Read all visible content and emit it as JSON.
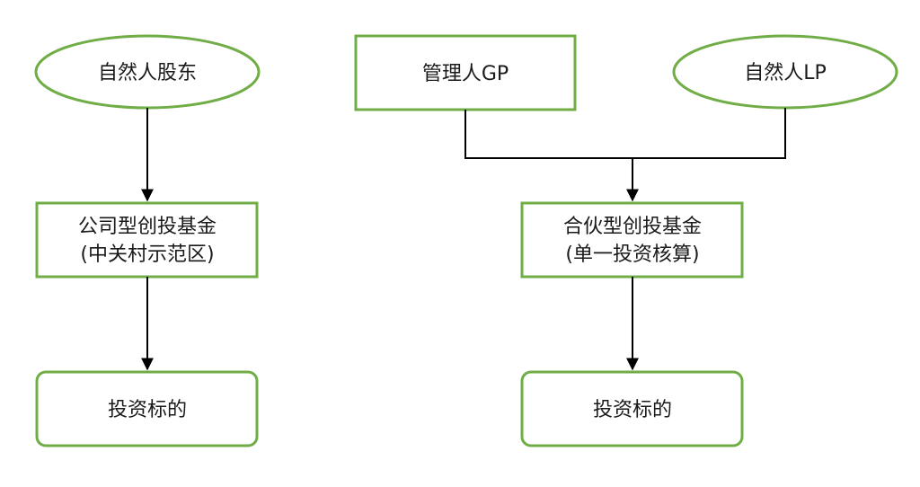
{
  "colors": {
    "node_border": "#70ad47",
    "node_fill": "#ffffff",
    "connector": "#000000",
    "text": "#1a1a1a"
  },
  "left_flow": {
    "shareholder": "自然人股东",
    "fund_line1": "公司型创投基金",
    "fund_line2": "(中关村示范区)",
    "target": "投资标的"
  },
  "right_flow": {
    "gp": "管理人GP",
    "lp": "自然人LP",
    "fund_line1": "合伙型创投基金",
    "fund_line2": "(单一投资核算)",
    "target": "投资标的"
  }
}
